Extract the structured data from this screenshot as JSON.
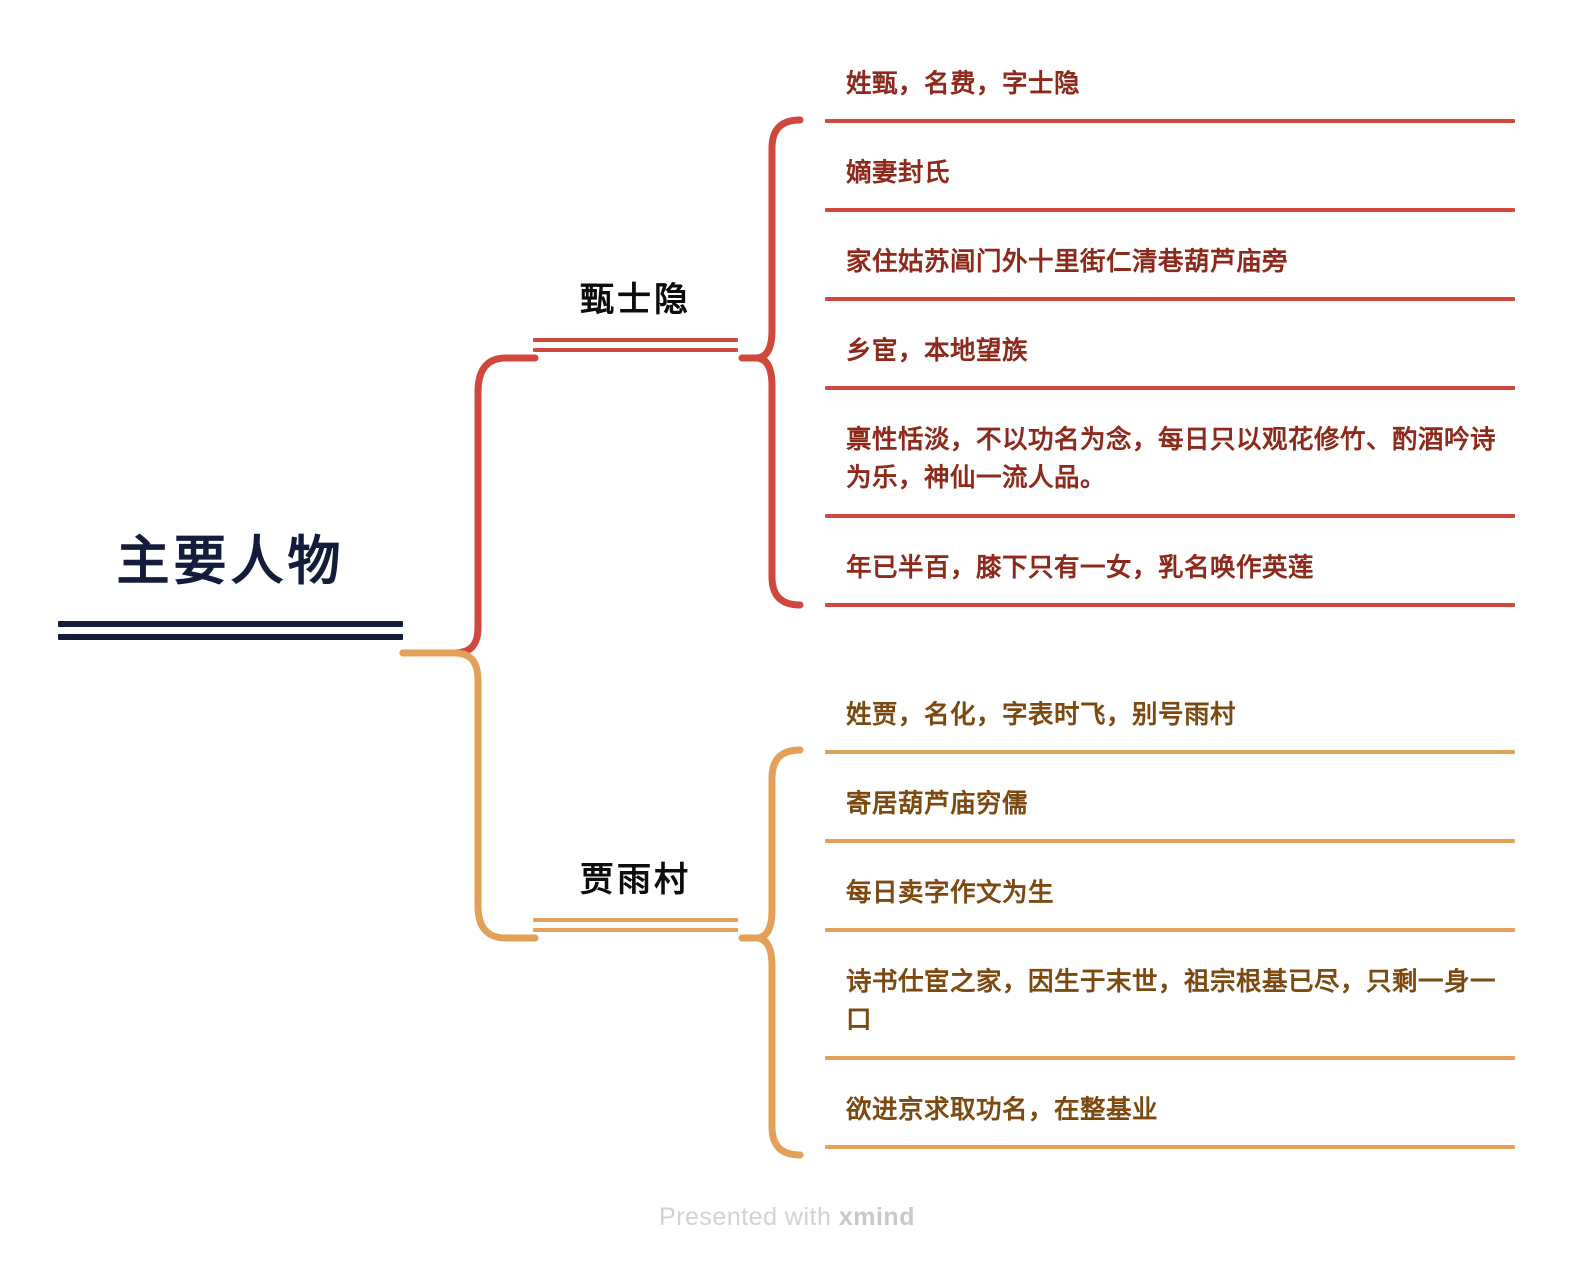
{
  "app": {
    "type": "mindmap",
    "footer_prefix": "Presented with ",
    "footer_brand": "xmind"
  },
  "colors": {
    "root": "#141c3c",
    "branch_red": "#d0483b",
    "branch_orange": "#e3a057",
    "leaf_text_red": "#8e2a1c",
    "leaf_text_orange": "#7c4a11",
    "background": "#ffffff",
    "footer": "#d2d2d4"
  },
  "root": {
    "label": "主要人物"
  },
  "branches": [
    {
      "id": "zhen",
      "label": "甄士隐",
      "accent": "#d0483b",
      "leaves": [
        {
          "text": "姓甄，名费，字士隐"
        },
        {
          "text": "嫡妻封氏"
        },
        {
          "text": "家住姑苏阊门外十里街仁清巷葫芦庙旁"
        },
        {
          "text": "乡宦，本地望族"
        },
        {
          "text": "禀性恬淡，不以功名为念，每日只以观花修竹、酌酒吟诗为乐，神仙一流人品。"
        },
        {
          "text": "年已半百，膝下只有一女，乳名唤作英莲"
        }
      ]
    },
    {
      "id": "jia",
      "label": "贾雨村",
      "accent": "#e3a057",
      "leaves": [
        {
          "text": "姓贾，名化，字表时飞，别号雨村"
        },
        {
          "text": "寄居葫芦庙穷儒"
        },
        {
          "text": "每日卖字作文为生"
        },
        {
          "text": "诗书仕宦之家，因生于末世，祖宗根基已尽，只剩一身一口"
        },
        {
          "text": "欲进京求取功名，在整基业"
        }
      ]
    }
  ]
}
